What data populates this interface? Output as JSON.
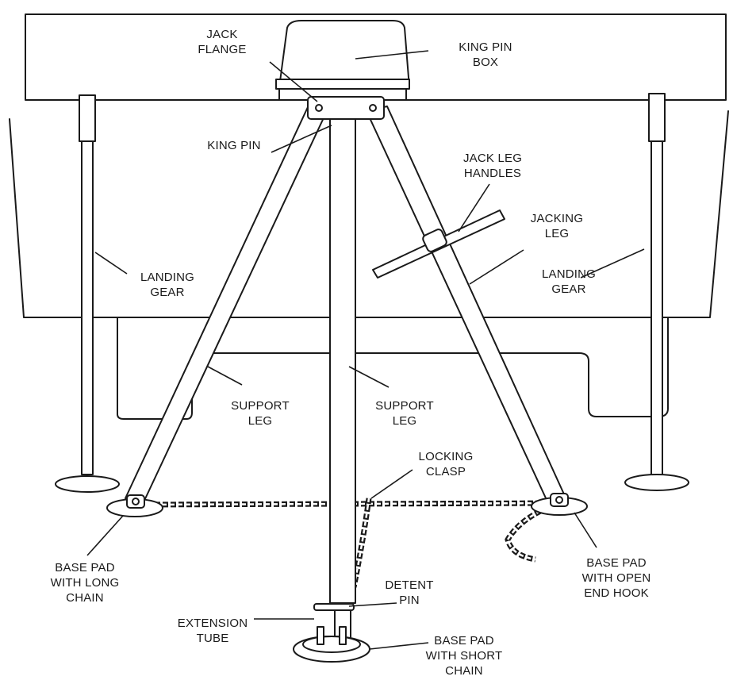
{
  "labels": {
    "jack_flange": "JACK\nFLANGE",
    "king_pin_box": "KING PIN\nBOX",
    "king_pin": "KING PIN",
    "jack_leg_handles": "JACK LEG\nHANDLES",
    "jacking_leg": "JACKING\nLEG",
    "landing_gear_left": "LANDING\nGEAR",
    "landing_gear_right": "LANDING\nGEAR",
    "support_leg_left": "SUPPORT\nLEG",
    "support_leg_center": "SUPPORT\nLEG",
    "locking_clasp": "LOCKING\nCLASP",
    "base_pad_long_chain": "BASE PAD\nWITH LONG\nCHAIN",
    "base_pad_open_hook": "BASE PAD\nWITH OPEN\nEND HOOK",
    "detent_pin": "DETENT\nPIN",
    "extension_tube": "EXTENSION\nTUBE",
    "base_pad_short_chain": "BASE PAD\nWITH SHORT\nCHAIN"
  }
}
